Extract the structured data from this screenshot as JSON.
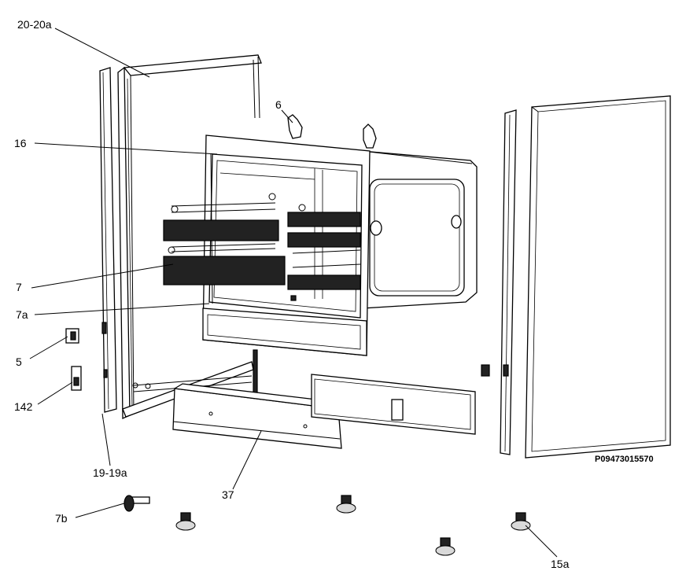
{
  "diagram": {
    "part_code": "P09473015570",
    "callouts": [
      {
        "id": "c-20-20a",
        "text": "20-20a"
      },
      {
        "id": "c-6",
        "text": "6"
      },
      {
        "id": "c-16",
        "text": "16"
      },
      {
        "id": "c-7",
        "text": "7"
      },
      {
        "id": "c-7a",
        "text": "7a"
      },
      {
        "id": "c-5",
        "text": "5"
      },
      {
        "id": "c-142",
        "text": "142"
      },
      {
        "id": "c-19-19a",
        "text": "19-19a"
      },
      {
        "id": "c-37",
        "text": "37"
      },
      {
        "id": "c-7b",
        "text": "7b"
      },
      {
        "id": "c-15a",
        "text": "15a"
      }
    ]
  }
}
